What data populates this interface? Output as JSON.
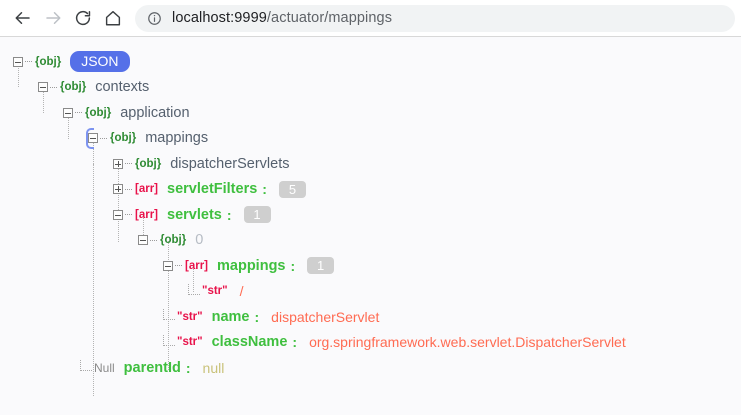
{
  "browser": {
    "back_icon": "arrow-left-icon",
    "forward_icon": "arrow-right-icon",
    "reload_icon": "reload-icon",
    "home_icon": "home-icon",
    "info_icon": "info-circle-icon",
    "url_host": "localhost:9999",
    "url_path": "/actuator/mappings",
    "url_full": "localhost:9999/actuator/mappings"
  },
  "viewer": {
    "root_badge": "JSON",
    "accent_blue": "#5570e8",
    "obj_tag": "{obj}",
    "arr_tag": "[arr]",
    "str_tag": "\"str\"",
    "null_tag": "Null",
    "colon": ":",
    "rows": [
      {
        "key": "contexts"
      },
      {
        "key": "application"
      },
      {
        "key": "mappings"
      },
      {
        "key": "dispatcherServlets"
      },
      {
        "key": "servletFilters",
        "count": "5"
      },
      {
        "key": "servlets",
        "count": "1"
      },
      {
        "index": "0"
      },
      {
        "key": "mappings",
        "count": "1"
      },
      {
        "value": "/"
      },
      {
        "key": "name",
        "value": "dispatcherServlet"
      },
      {
        "key": "className",
        "value": "org.springframework.web.servlet.DispatcherServlet"
      },
      {
        "key": "parentId",
        "value": "null"
      }
    ]
  }
}
